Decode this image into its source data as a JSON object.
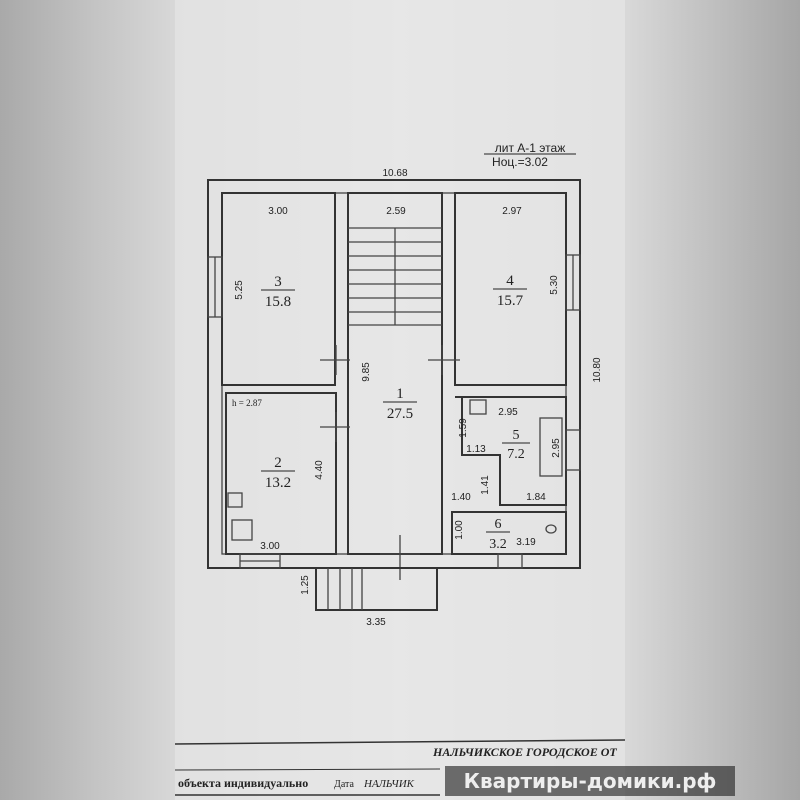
{
  "header": {
    "title": "лит А-1 этаж",
    "height": "Ноц.=3.02"
  },
  "dimensions": {
    "overall_width": "10.68",
    "overall_depth": "10.80",
    "porch_width": "3.35",
    "porch_depth": "1.25",
    "corridor_length": "9.85"
  },
  "rooms": [
    {
      "number": "1",
      "area": "27.5"
    },
    {
      "number": "2",
      "area": "13.2",
      "width": "3.00",
      "length": "4.40",
      "ceiling": "h = 2.87"
    },
    {
      "number": "3",
      "area": "15.8",
      "width": "3.00",
      "length": "5.25"
    },
    {
      "number": "4",
      "area": "15.7",
      "width": "2.97",
      "length": "5.30"
    },
    {
      "number": "5",
      "area": "7.2",
      "width": "2.95",
      "length": "2.95",
      "extra": [
        "1.59",
        "1.13",
        "1.41",
        "1.84"
      ]
    },
    {
      "number": "6",
      "area": "3.2",
      "width": "3.19",
      "length": "1.00",
      "extra": [
        "1.40"
      ]
    }
  ],
  "stair_width": "2.59",
  "footer": {
    "org": "НАЛЬЧИКСКОЕ ГОРОДСКОЕ ОТ",
    "object": "объекта индивидуально",
    "city": "НАЛЬЧИК",
    "col_date": "Дата"
  },
  "watermark": "Квартиры-домики.рф"
}
